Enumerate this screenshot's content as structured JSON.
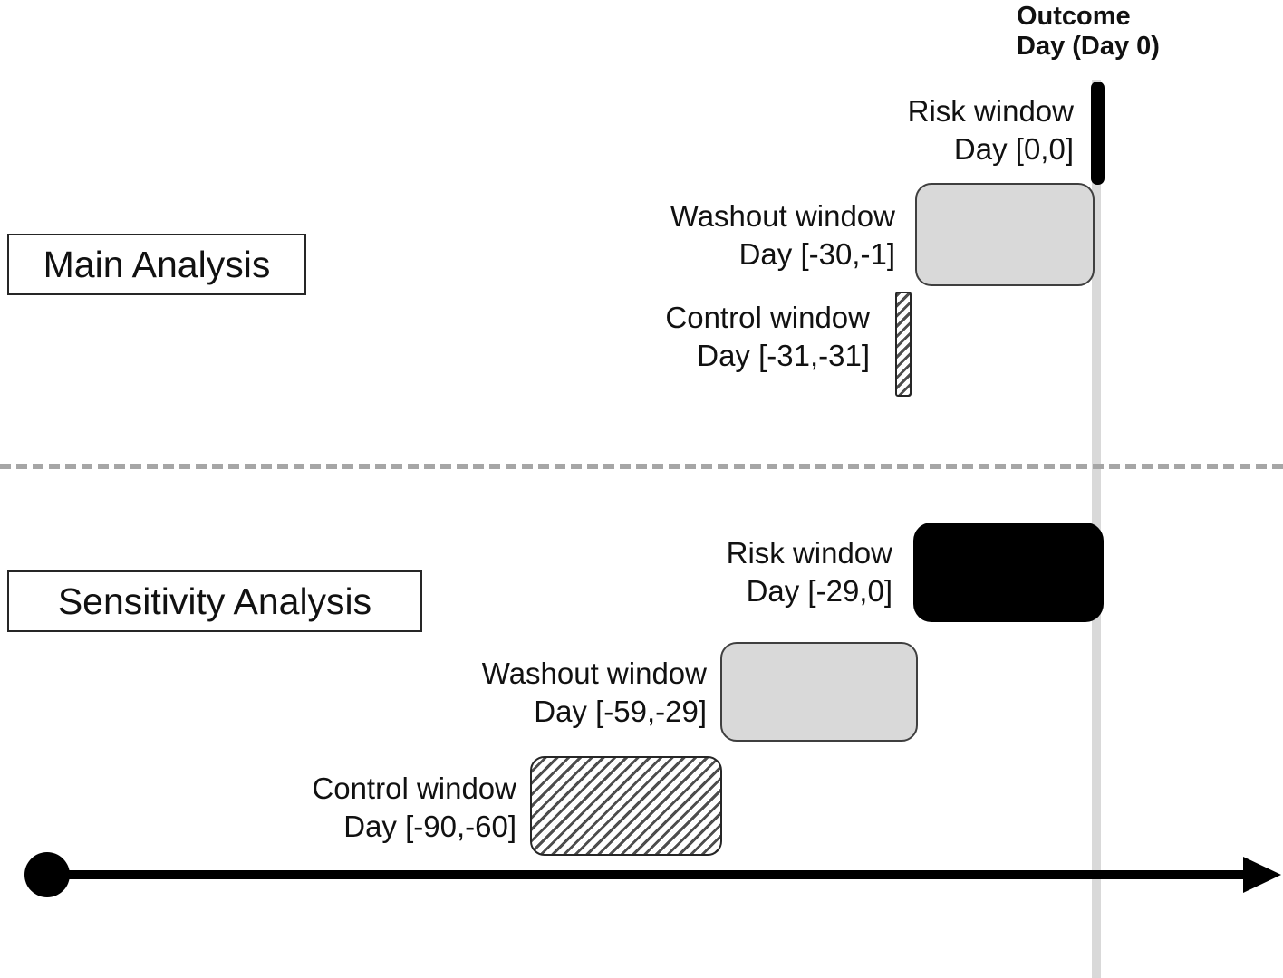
{
  "outcome": {
    "line1": "Outcome",
    "line2": "Day (Day 0)"
  },
  "sections": {
    "main": {
      "label": "Main Analysis",
      "risk": {
        "line1": "Risk window",
        "line2": "Day [0,0]"
      },
      "washout": {
        "line1": "Washout window",
        "line2": "Day [-30,-1]"
      },
      "control": {
        "line1": "Control window",
        "line2": "Day [-31,-31]"
      }
    },
    "sensitivity": {
      "label": "Sensitivity Analysis",
      "risk": {
        "line1": "Risk window",
        "line2": "Day [-29,0]"
      },
      "washout": {
        "line1": "Washout window",
        "line2": "Day [-59,-29]"
      },
      "control": {
        "line1": "Control window",
        "line2": "Day [-90,-60]"
      }
    }
  },
  "colors": {
    "washout_fill": "#d9d9d9",
    "risk_fill": "#000000",
    "outcome_line": "#d9d9d9",
    "divider_dash": "#a6a6a6",
    "hatch_stroke": "#4d4d4d",
    "text": "#111111"
  }
}
